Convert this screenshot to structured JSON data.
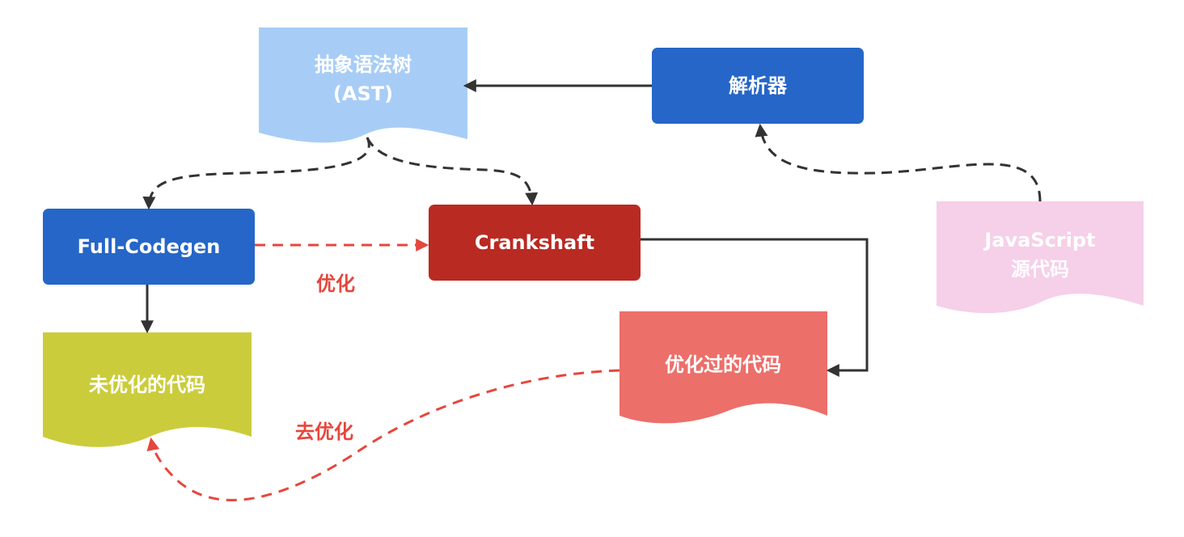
{
  "colors": {
    "ast_doc": "#a7cdf6",
    "parser_box": "#2566c8",
    "fullcodegen_box": "#2566c8",
    "crankshaft_box": "#b92a22",
    "unoptimized_doc": "#cbcc3c",
    "optimized_doc": "#ec6f6a",
    "js_source_doc": "#f6cfe9",
    "edge_dark": "#333333",
    "edge_red": "#e5473d"
  },
  "nodes": {
    "ast": {
      "line1": "抽象语法树",
      "line2": "(AST)"
    },
    "parser": {
      "label": "解析器"
    },
    "full_codegen": {
      "label": "Full-Codegen"
    },
    "crankshaft": {
      "label": "Crankshaft"
    },
    "js_source": {
      "line1": "JavaScript",
      "line2": "源代码"
    },
    "unoptimized_code": {
      "label": "未优化的代码"
    },
    "optimized_code": {
      "label": "优化过的代码"
    }
  },
  "edges": {
    "optimize_label": "优化",
    "deoptimize_label": "去优化"
  }
}
